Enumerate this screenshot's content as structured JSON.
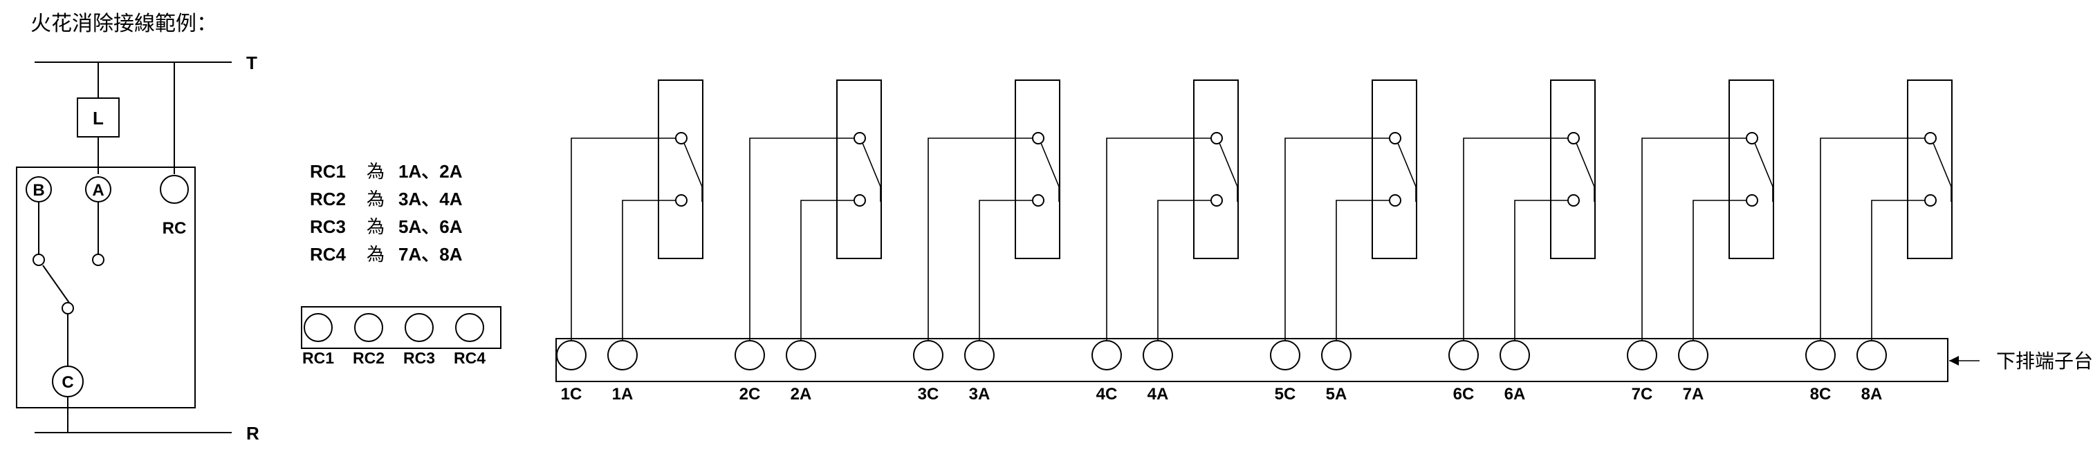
{
  "title": "火花消除接線範例：",
  "left_circuit": {
    "top_rail_label": "T",
    "bottom_rail_label": "R",
    "load_label": "L",
    "contact_b_label": "B",
    "contact_a_label": "A",
    "common_label": "C",
    "rc_label": "RC"
  },
  "rc_mapping": [
    {
      "name": "RC1",
      "word": "為",
      "pins": "1A、2A"
    },
    {
      "name": "RC2",
      "word": "為",
      "pins": "3A、4A"
    },
    {
      "name": "RC3",
      "word": "為",
      "pins": "5A、6A"
    },
    {
      "name": "RC4",
      "word": "為",
      "pins": "7A、8A"
    }
  ],
  "rc_terminal_labels": [
    "RC1",
    "RC2",
    "RC3",
    "RC4"
  ],
  "relays": [
    {
      "common": "1C",
      "contact": "1A"
    },
    {
      "common": "2C",
      "contact": "2A"
    },
    {
      "common": "3C",
      "contact": "3A"
    },
    {
      "common": "4C",
      "contact": "4A"
    },
    {
      "common": "5C",
      "contact": "5A"
    },
    {
      "common": "6C",
      "contact": "6A"
    },
    {
      "common": "7C",
      "contact": "7A"
    },
    {
      "common": "8C",
      "contact": "8A"
    }
  ],
  "terminal_strip_label": "下排端子台",
  "arrow_icon": "left-arrow-icon"
}
